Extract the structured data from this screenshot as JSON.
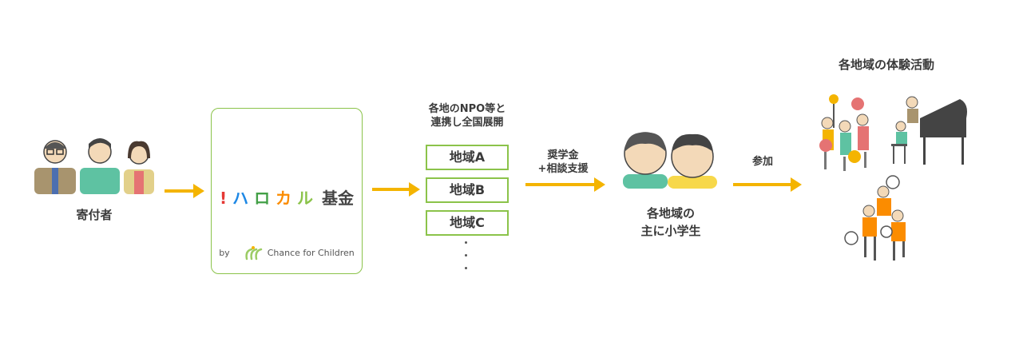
{
  "donors": {
    "label": "寄付者"
  },
  "fund": {
    "logo_parts": [
      "!",
      "ハ",
      "ロ",
      "カ",
      "ル",
      "基金"
    ],
    "by": "by",
    "partner": "Chance for Children"
  },
  "npo": {
    "caption_line1": "各地のNPO等と",
    "caption_line2": "連携し全国展開",
    "regions": [
      "地域A",
      "地域B",
      "地域C"
    ]
  },
  "support": {
    "line1": "奨学金",
    "line2": "+相談支援"
  },
  "students": {
    "line1": "各地域の",
    "line2": "主に小学生"
  },
  "join": {
    "label": "参加"
  },
  "activities": {
    "title": "各地域の体験活動"
  },
  "colors": {
    "arrow": "#f4b400",
    "box_border": "#8bc34a",
    "logo_red": "#e53935",
    "logo_blue": "#1e88e5",
    "logo_green": "#43a047",
    "logo_orange": "#fb8c00"
  }
}
